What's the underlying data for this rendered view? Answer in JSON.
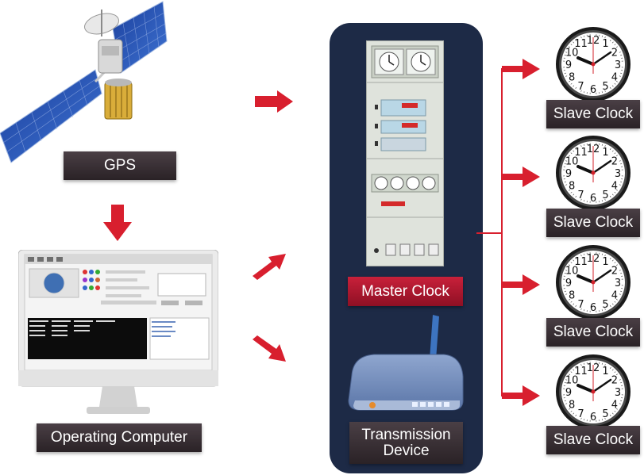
{
  "gps": {
    "label": "GPS"
  },
  "computer": {
    "label": "Operating Computer"
  },
  "master": {
    "label": "Master Clock"
  },
  "transmission": {
    "label": "Transmission\nDevice",
    "line1": "Transmission",
    "line2": "Device"
  },
  "slaves": [
    {
      "label": "Slave Clock"
    },
    {
      "label": "Slave Clock"
    },
    {
      "label": "Slave Clock"
    },
    {
      "label": "Slave Clock"
    }
  ],
  "colors": {
    "panel": "#1d2a46",
    "arrow": "#d81f2e",
    "label_dark": "#3a3035",
    "label_red": "#b0192f",
    "line": "#d81f2e"
  },
  "icons": [
    "satellite-icon",
    "monitor-icon",
    "rack-icon",
    "router-icon",
    "wall-clock-icon",
    "arrow-right-icon"
  ]
}
